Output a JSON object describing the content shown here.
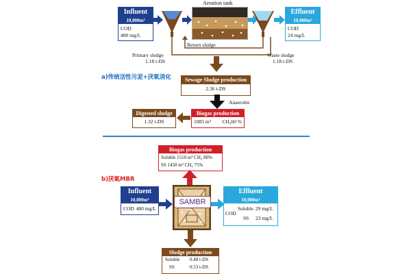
{
  "section_a": {
    "influent": {
      "title": "Influent",
      "flow": "10,000m³",
      "cod_label": "COD",
      "cod_value": "480 mg/L"
    },
    "aeration_label": "Aeration tank",
    "return_sludge": "Return sludge",
    "effluent": {
      "title": "Effluent",
      "flow": "10,000m³",
      "cod_label": "COD",
      "cod_value": "24 mg/L"
    },
    "primary_sludge": "Primary sludge",
    "primary_value": "1.18 t-DS",
    "waste_sludge": "Waste sludge",
    "waste_value": "1.18 t-DS",
    "heading": "a)传统活性污泥+厌氧消化",
    "sewage": {
      "title": "Sewage Sludge production",
      "value": "2.36 t-DS"
    },
    "anaerobic": "Anaerobic",
    "digested": {
      "title": "Digested sludge",
      "value": "1.32 t-DS"
    },
    "biogas": {
      "title": "Biogas production",
      "volume": "1085 m³",
      "ch4": "CH₄60 %"
    }
  },
  "section_b": {
    "heading": "b)厌氧MBR",
    "biogas": {
      "title": "Biogas production",
      "row1": "Soluble 1510 m³ CH₄ 80%",
      "row2": "SS 1450 m³ CH₄ 75%"
    },
    "influent": {
      "title": "Influent",
      "flow": "10,000m³",
      "cod_label": "COD",
      "cod_value": "480 mg/L"
    },
    "reactor": "SAMBR",
    "effluent": {
      "title": "Effluent",
      "flow": "10,000m³",
      "cod_label": "COD",
      "soluble_label": "Soluble",
      "soluble_value": "29 mg/L",
      "ss_label": "SS",
      "ss_value": "23 mg/L"
    },
    "sludge": {
      "title": "Sludge production",
      "soluble_label": "Soluble",
      "soluble_value": "0.48 t-DS",
      "ss_label": "SS",
      "ss_value": "0.53 t-DS"
    }
  },
  "colors": {
    "navy": "#1f3f8f",
    "sky": "#2aa7dc",
    "brown": "#7a4a1e",
    "red": "#d0202a",
    "divider": "#3a7fc0",
    "heading": "#e02020"
  }
}
